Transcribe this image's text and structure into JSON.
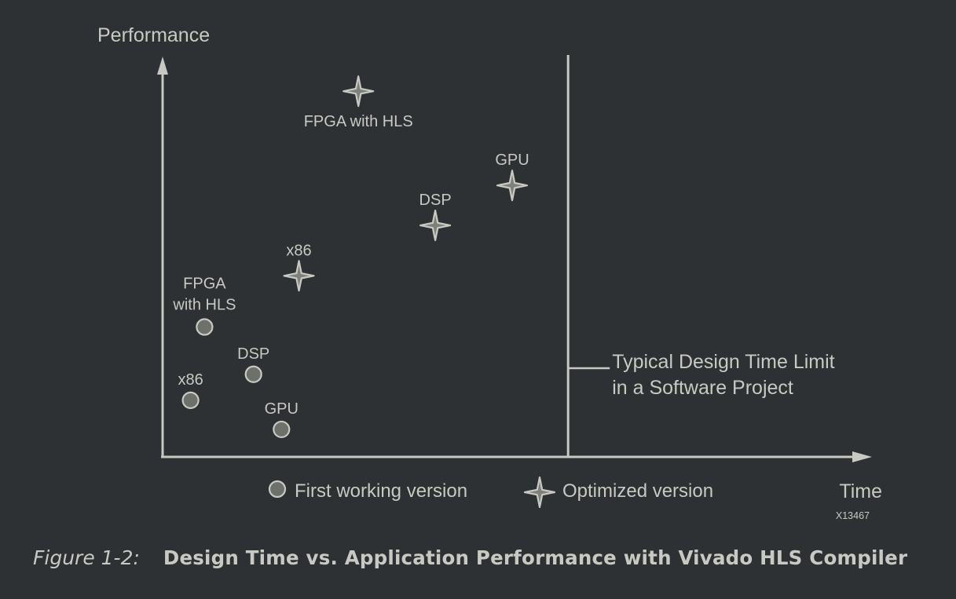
{
  "colors": {
    "background": "#2e3133",
    "axis": "#c8c9c3",
    "text": "#c8c9c3",
    "circle_fill": "#6e706b",
    "circle_stroke": "#c8c9c3",
    "star_fill": "#7e8079",
    "star_stroke": "#c8c9c3"
  },
  "icons": {
    "first_working": "circle-marker-icon",
    "optimized": "four-point-star-icon"
  },
  "chart_data": {
    "type": "scatter",
    "title": "",
    "xlabel": "Time",
    "ylabel": "Performance",
    "xlim": [
      0,
      100
    ],
    "ylim": [
      0,
      100
    ],
    "grid": false,
    "legend": "bottom",
    "figure_id": "X13467",
    "series": [
      {
        "name": "First working version",
        "marker": "circle",
        "points": [
          {
            "label": "FPGA with HLS",
            "x": 6.0,
            "y": 33.5
          },
          {
            "label": "DSP",
            "x": 13.0,
            "y": 21.3
          },
          {
            "label": "x86",
            "x": 4.0,
            "y": 14.6
          },
          {
            "label": "GPU",
            "x": 17.0,
            "y": 7.1
          }
        ]
      },
      {
        "name": "Optimized version",
        "marker": "star",
        "points": [
          {
            "label": "FPGA with HLS",
            "x": 28.0,
            "y": 94.3
          },
          {
            "label": "GPU",
            "x": 50.0,
            "y": 70.0
          },
          {
            "label": "DSP",
            "x": 39.0,
            "y": 59.7
          },
          {
            "label": "x86",
            "x": 19.5,
            "y": 46.7
          }
        ]
      }
    ],
    "annotations": [
      {
        "type": "vline",
        "x": 58.0,
        "text_lines": [
          "Typical Design Time Limit",
          "in a Software Project"
        ]
      }
    ]
  },
  "caption": {
    "prefix": "Figure 1-2:",
    "title": "Design Time vs. Application Performance with Vivado HLS Compiler"
  }
}
